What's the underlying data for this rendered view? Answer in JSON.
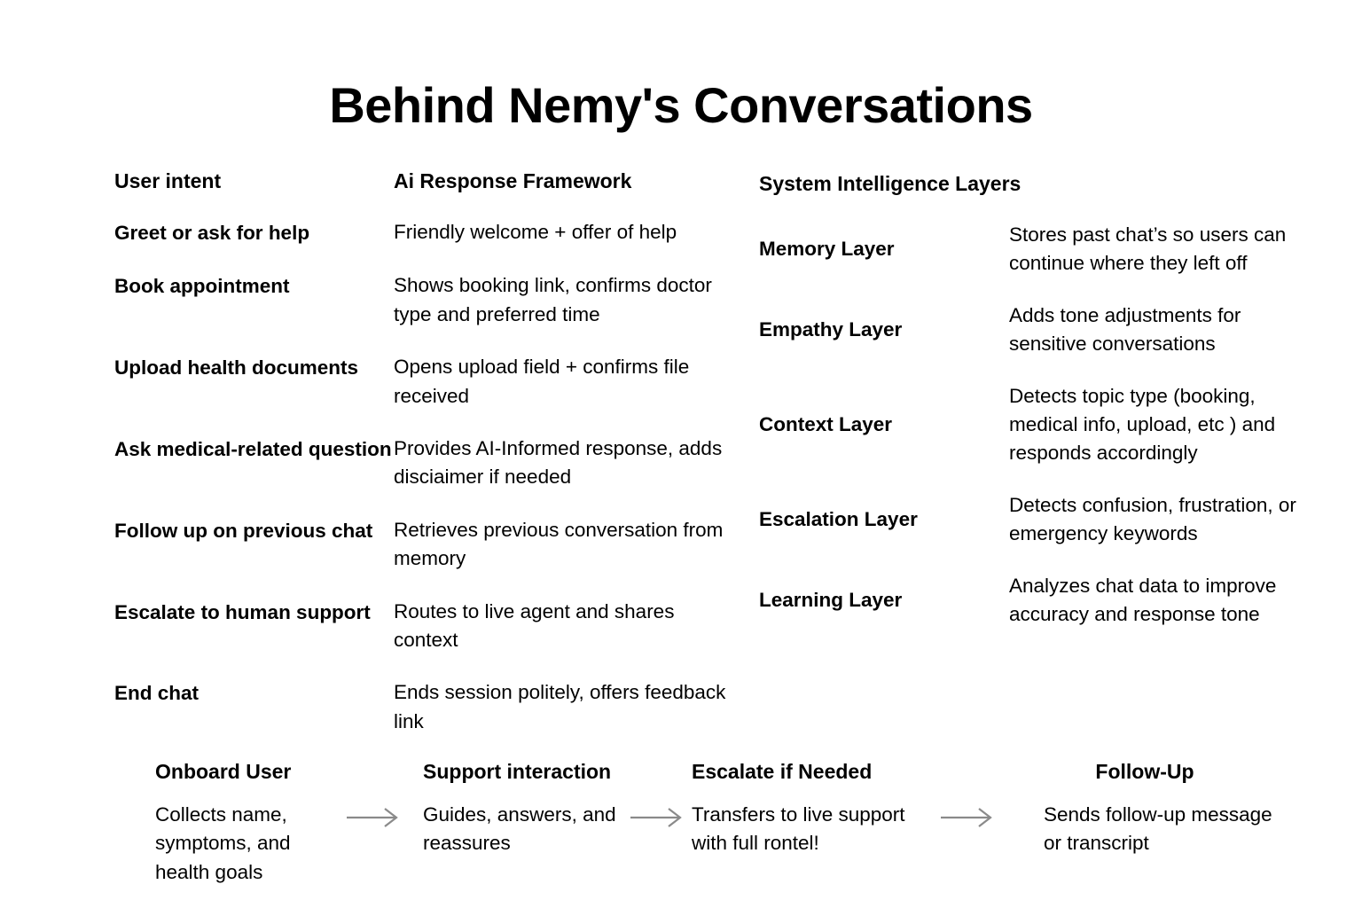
{
  "title": "Behind Nemy's Conversations",
  "columns": {
    "intent_header": "User intent",
    "framework_header": "Ai Response Framework",
    "layers_header": "System Intelligence Layers"
  },
  "matrix": [
    {
      "intent": "Greet or ask for help",
      "response": "Friendly welcome + offer of help"
    },
    {
      "intent": "Book appointment",
      "response": "Shows booking link, confirms doctor type and preferred time"
    },
    {
      "intent": "Upload health documents",
      "response": "Opens upload field + confirms file received"
    },
    {
      "intent": "Ask medical-related question",
      "response": "Provides AI-Informed response, adds disciaimer if needed"
    },
    {
      "intent": "Follow up on previous chat",
      "response": "Retrieves previous conversation from memory"
    },
    {
      "intent": "Escalate to human support",
      "response": "Routes to live agent and shares context"
    },
    {
      "intent": "End chat",
      "response": "Ends session politely, offers feedback link"
    }
  ],
  "layers": [
    {
      "name": "Memory Layer",
      "description": "Stores past chat’s so users can continue where they left off"
    },
    {
      "name": "Empathy Layer",
      "description": "Adds tone adjustments for sensitive conversations"
    },
    {
      "name": "Context Layer",
      "description": "Detects topic type (booking, medical info, upload, etc ) and responds accordingly"
    },
    {
      "name": "Escalation Layer",
      "description": "Detects confusion, frustration, or emergency keywords"
    },
    {
      "name": "Learning Layer",
      "description": "Analyzes chat data to improve accuracy and response tone"
    }
  ],
  "flow": {
    "steps": [
      {
        "title": "Onboard User",
        "body": "Collects name, symptoms, and health goals"
      },
      {
        "title": "Support interaction",
        "body": "Guides, answers, and reassures"
      },
      {
        "title": "Escalate if Needed",
        "body": "Transfers to live support with full rontel!"
      },
      {
        "title": "Follow-Up",
        "body": "Sends follow-up message or transcript"
      }
    ],
    "arrow_icon": "arrow-right-icon",
    "arrow_color": "#8a8a8a"
  },
  "colors": {
    "background": "#ffffff",
    "text": "#000000",
    "arrow": "#8a8a8a"
  }
}
